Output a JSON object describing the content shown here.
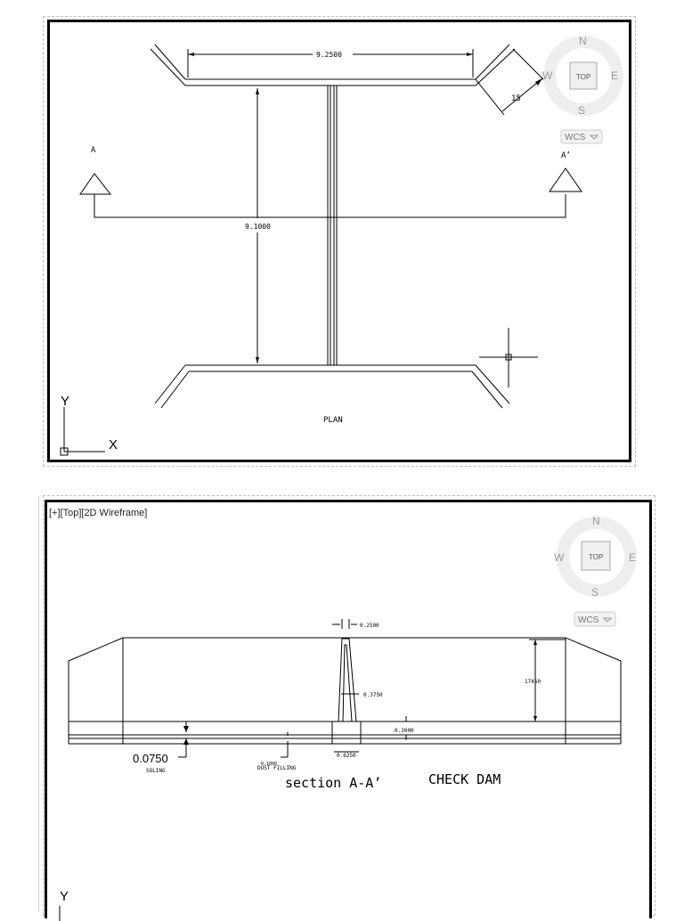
{
  "plan": {
    "top_width": "9.2500",
    "wing_dim": "15",
    "height_dim": "9.1000",
    "label_a": "A",
    "label_a_prime": "A’",
    "caption": "PLAN"
  },
  "section": {
    "viewport_label": "[+][Top][2D Wireframe]",
    "dim_top": "0.2500",
    "dim_mid": "0.3750",
    "dim_height": "17450",
    "dim_right": "0.3000",
    "dim_base": "0.6250",
    "dim_soling": "0.0750",
    "soling_label": "SOLING",
    "dust_dim": "0.1000",
    "dust_label": "DUST FILLING",
    "caption": "section A-A’",
    "title": "CHECK DAM"
  },
  "viewcube": {
    "north": "N",
    "south": "S",
    "east": "E",
    "west": "W",
    "face": "TOP",
    "wcs": "WCS"
  },
  "ucs": {
    "x": "X",
    "y": "Y"
  }
}
